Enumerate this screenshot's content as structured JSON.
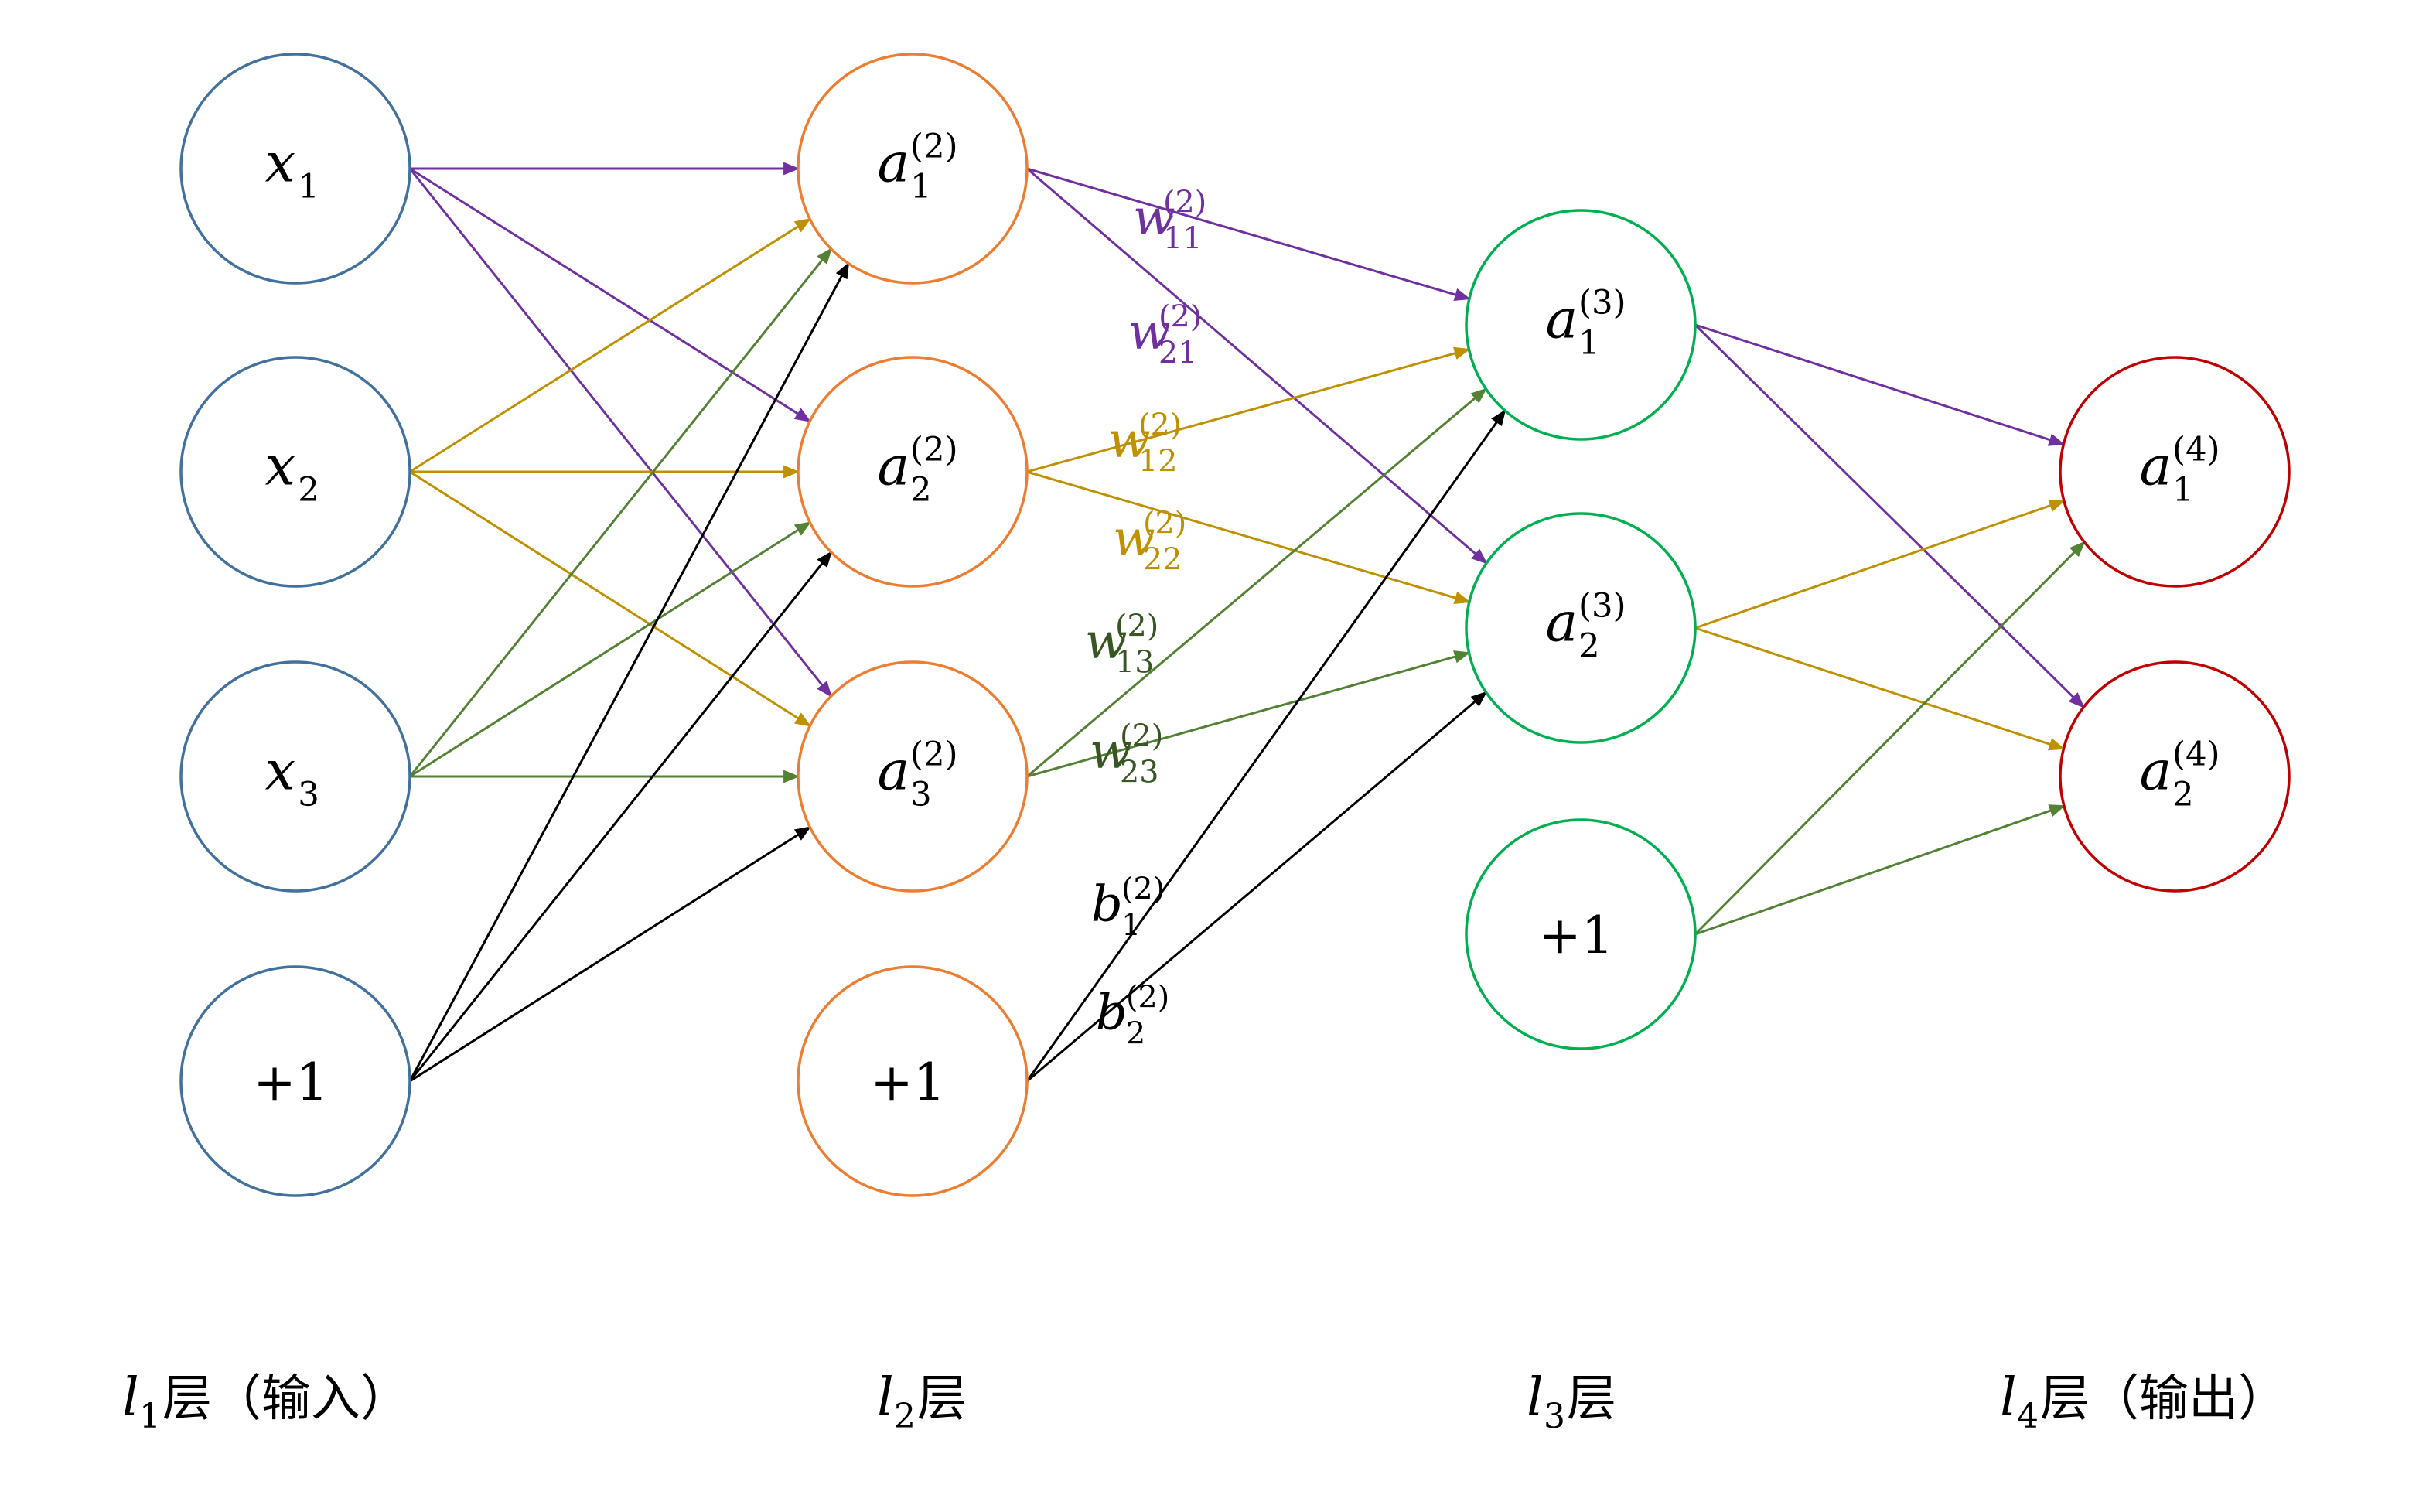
{
  "colors": {
    "input": "#41719c",
    "hidden1": "#ed7d31",
    "hidden2": "#00b050",
    "output": "#c00000",
    "purple": "#7030a0",
    "gold": "#bf9000",
    "green": "#548235",
    "darkgreen": "#375623",
    "black": "#000000"
  },
  "layers": [
    {
      "id": "l1",
      "var": "l",
      "sub": "1",
      "suffix": "层（输入）"
    },
    {
      "id": "l2",
      "var": "l",
      "sub": "2",
      "suffix": "层"
    },
    {
      "id": "l3",
      "var": "l",
      "sub": "3",
      "suffix": "层"
    },
    {
      "id": "l4",
      "var": "l",
      "sub": "4",
      "suffix": "层（输出）"
    }
  ],
  "nodes": [
    {
      "id": "x1",
      "layer": "l1",
      "var": "x",
      "sub": "1",
      "sup": ""
    },
    {
      "id": "x2",
      "layer": "l1",
      "var": "x",
      "sub": "2",
      "sup": ""
    },
    {
      "id": "x3",
      "layer": "l1",
      "var": "x",
      "sub": "3",
      "sup": ""
    },
    {
      "id": "b1",
      "layer": "l1",
      "plain": "+1"
    },
    {
      "id": "a21",
      "layer": "l2",
      "var": "a",
      "sub": "1",
      "sup": "(2)"
    },
    {
      "id": "a22",
      "layer": "l2",
      "var": "a",
      "sub": "2",
      "sup": "(2)"
    },
    {
      "id": "a23",
      "layer": "l2",
      "var": "a",
      "sub": "3",
      "sup": "(2)"
    },
    {
      "id": "b2",
      "layer": "l2",
      "plain": "+1"
    },
    {
      "id": "a31",
      "layer": "l3",
      "var": "a",
      "sub": "1",
      "sup": "(3)"
    },
    {
      "id": "a32",
      "layer": "l3",
      "var": "a",
      "sub": "2",
      "sup": "(3)"
    },
    {
      "id": "b3",
      "layer": "l3",
      "plain": "+1"
    },
    {
      "id": "a41",
      "layer": "l4",
      "var": "a",
      "sub": "1",
      "sup": "(4)"
    },
    {
      "id": "a42",
      "layer": "l4",
      "var": "a",
      "sub": "2",
      "sup": "(4)"
    }
  ],
  "edges": [
    {
      "from": "x1",
      "to": "a21",
      "color": "purple"
    },
    {
      "from": "x1",
      "to": "a22",
      "color": "purple"
    },
    {
      "from": "x1",
      "to": "a23",
      "color": "purple"
    },
    {
      "from": "x2",
      "to": "a21",
      "color": "gold"
    },
    {
      "from": "x2",
      "to": "a22",
      "color": "gold"
    },
    {
      "from": "x2",
      "to": "a23",
      "color": "gold"
    },
    {
      "from": "x3",
      "to": "a21",
      "color": "green"
    },
    {
      "from": "x3",
      "to": "a22",
      "color": "green"
    },
    {
      "from": "x3",
      "to": "a23",
      "color": "green"
    },
    {
      "from": "b1",
      "to": "a21",
      "color": "black"
    },
    {
      "from": "b1",
      "to": "a22",
      "color": "black"
    },
    {
      "from": "b1",
      "to": "a23",
      "color": "black"
    },
    {
      "from": "a21",
      "to": "a31",
      "color": "purple"
    },
    {
      "from": "a21",
      "to": "a32",
      "color": "purple"
    },
    {
      "from": "a22",
      "to": "a31",
      "color": "gold"
    },
    {
      "from": "a22",
      "to": "a32",
      "color": "gold"
    },
    {
      "from": "a23",
      "to": "a31",
      "color": "green"
    },
    {
      "from": "a23",
      "to": "a32",
      "color": "green"
    },
    {
      "from": "b2",
      "to": "a31",
      "color": "black"
    },
    {
      "from": "b2",
      "to": "a32",
      "color": "black"
    },
    {
      "from": "a31",
      "to": "a41",
      "color": "purple"
    },
    {
      "from": "a31",
      "to": "a42",
      "color": "purple"
    },
    {
      "from": "a32",
      "to": "a41",
      "color": "gold"
    },
    {
      "from": "a32",
      "to": "a42",
      "color": "gold"
    },
    {
      "from": "b3",
      "to": "a41",
      "color": "green"
    },
    {
      "from": "b3",
      "to": "a42",
      "color": "green"
    }
  ],
  "weight_labels": [
    {
      "id": "w11",
      "var": "w",
      "sub": "11",
      "sup": "(2)",
      "color": "purple"
    },
    {
      "id": "w21",
      "var": "w",
      "sub": "21",
      "sup": "(2)",
      "color": "purple"
    },
    {
      "id": "w12",
      "var": "w",
      "sub": "12",
      "sup": "(2)",
      "color": "gold"
    },
    {
      "id": "w22",
      "var": "w",
      "sub": "22",
      "sup": "(2)",
      "color": "gold"
    },
    {
      "id": "w13",
      "var": "w",
      "sub": "13",
      "sup": "(2)",
      "color": "darkgreen"
    },
    {
      "id": "w23",
      "var": "w",
      "sub": "23",
      "sup": "(2)",
      "color": "darkgreen"
    },
    {
      "id": "bb1",
      "var": "b",
      "sub": "1",
      "sup": "(2)",
      "color": "black"
    },
    {
      "id": "bb2",
      "var": "b",
      "sub": "2",
      "sup": "(2)",
      "color": "black"
    }
  ]
}
